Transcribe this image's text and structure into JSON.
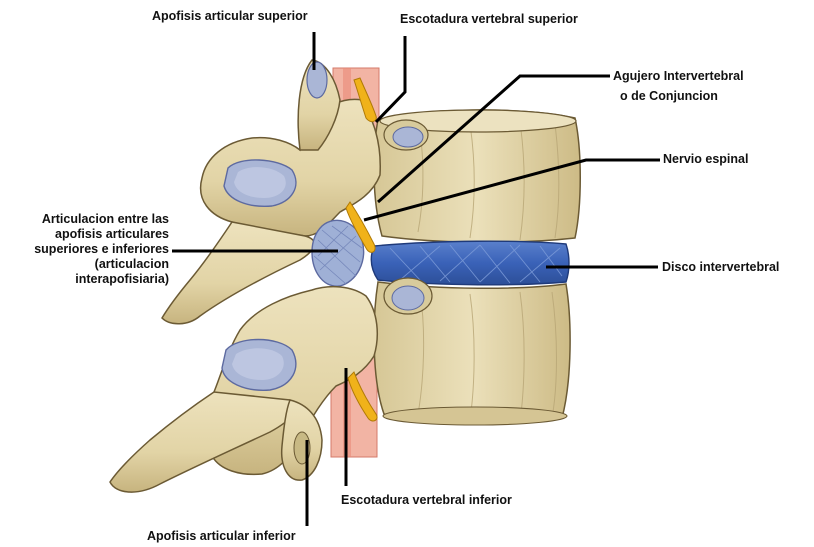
{
  "colors": {
    "bone": "#e6dab0",
    "bone_shadow": "#b8a676",
    "bone_outline": "#6b5a34",
    "cartilage": "#aab6d6",
    "disc": "#3a62b8",
    "nerve": "#f0b21a",
    "dura": "#e98a7a",
    "leader": "#000000"
  },
  "labels": {
    "superior_articular_process": "Apofisis articular superior",
    "superior_vertebral_notch": "Escotadura vertebral superior",
    "foramen_line1": "Agujero Intervertebral",
    "foramen_line2": "o de Conjuncion",
    "spinal_nerve": "Nervio espinal",
    "facet_joint_line1": "Articulacion entre las",
    "facet_joint_line2": "apofisis articulares",
    "facet_joint_line3": "superiores e inferiores",
    "facet_joint_line4": "(articulacion",
    "facet_joint_line5": "interapofisiaria)",
    "intervertebral_disc": "Disco intervertebral",
    "inferior_vertebral_notch": "Escotadura vertebral inferior",
    "inferior_articular_process": "Apofisis articular inferior"
  }
}
